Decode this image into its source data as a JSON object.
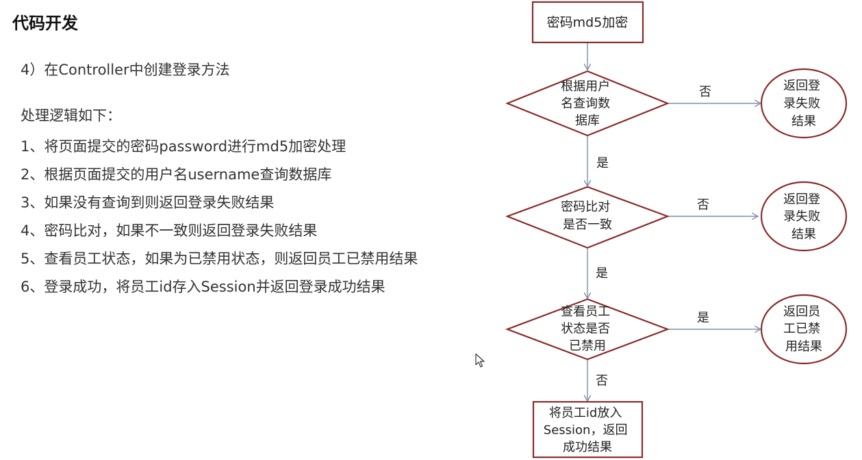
{
  "page": {
    "title": "代码开发",
    "subtitle": "4）在Controller中创建登录方法",
    "logic_heading": "处理逻辑如下：",
    "steps": [
      "1、将页面提交的密码password进行md5加密处理",
      "2、根据页面提交的用户名username查询数据库",
      "3、如果没有查询到则返回登录失败结果",
      "4、密码比对，如果不一致则返回登录失败结果",
      "5、查看员工状态，如果为已禁用状态，则返回员工已禁用结果",
      "6、登录成功，将员工id存入Session并返回登录成功结果"
    ]
  },
  "flowchart": {
    "start": "密码md5加密",
    "decision1": [
      "根据用户",
      "名查询数",
      "据库"
    ],
    "decision2": [
      "密码比对",
      "是否一致"
    ],
    "decision3": [
      "查看员工",
      "状态是否",
      "已禁用"
    ],
    "result1": [
      "返回登",
      "录失败",
      "结果"
    ],
    "result2": [
      "返回登",
      "录失败",
      "结果"
    ],
    "result3": [
      "返回员",
      "工已禁",
      "用结果"
    ],
    "end": [
      "将员工id放入",
      "Session，返回",
      "成功结果"
    ],
    "label_no_1": "否",
    "label_no_2": "否",
    "label_yes_3": "是",
    "label_yes_1": "是",
    "label_yes_2": "是",
    "label_no_3": "否"
  },
  "colors": {
    "shape_stroke": "#8B2A2A",
    "arrow": "#7A8FA8"
  },
  "icons": {
    "cursor": "mouse-pointer-icon"
  }
}
